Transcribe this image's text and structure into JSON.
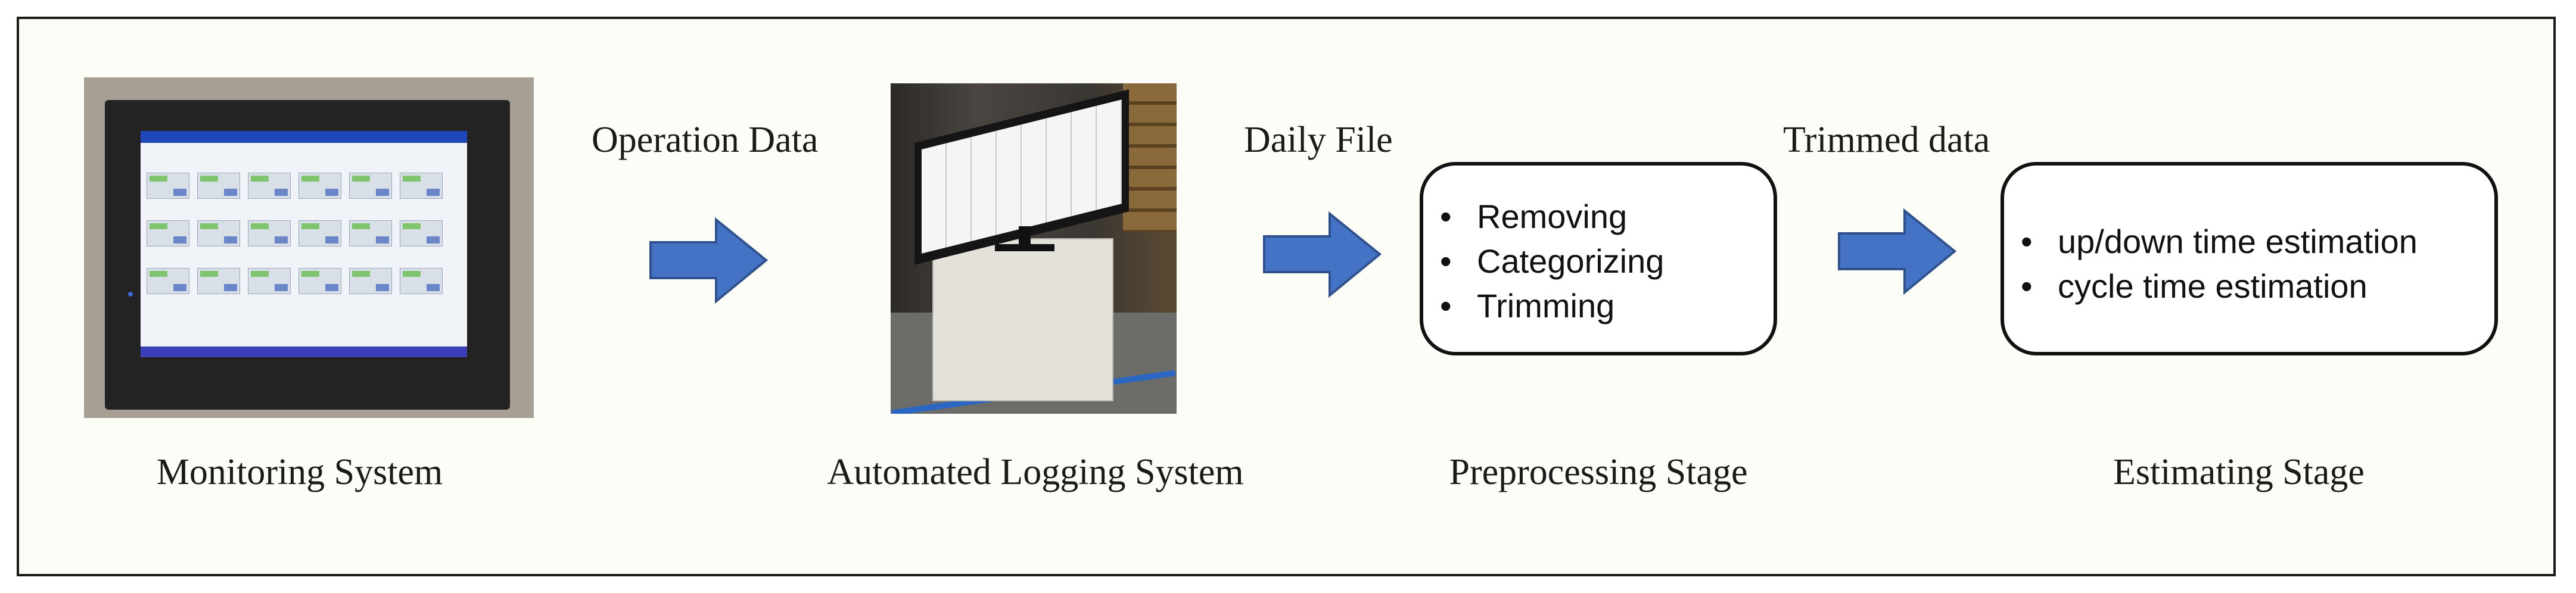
{
  "flow": {
    "arrow_labels": [
      "Operation Data",
      "Daily File",
      "Trimmed data"
    ],
    "captions": [
      "Monitoring System",
      "Automated Logging System",
      "Preprocessing Stage",
      "Estimating Stage"
    ],
    "preprocessing_items": [
      "Removing",
      "Categorizing",
      "Trimming"
    ],
    "estimating_items": [
      "up/down time estimation",
      "cycle time estimation"
    ]
  },
  "colors": {
    "arrow_fill": "#4472c4",
    "arrow_stroke": "#2f528f",
    "frame_background": "#fcfdf6"
  },
  "icons": {
    "arrow": "right-arrow-icon",
    "bullet": "bullet-icon"
  }
}
